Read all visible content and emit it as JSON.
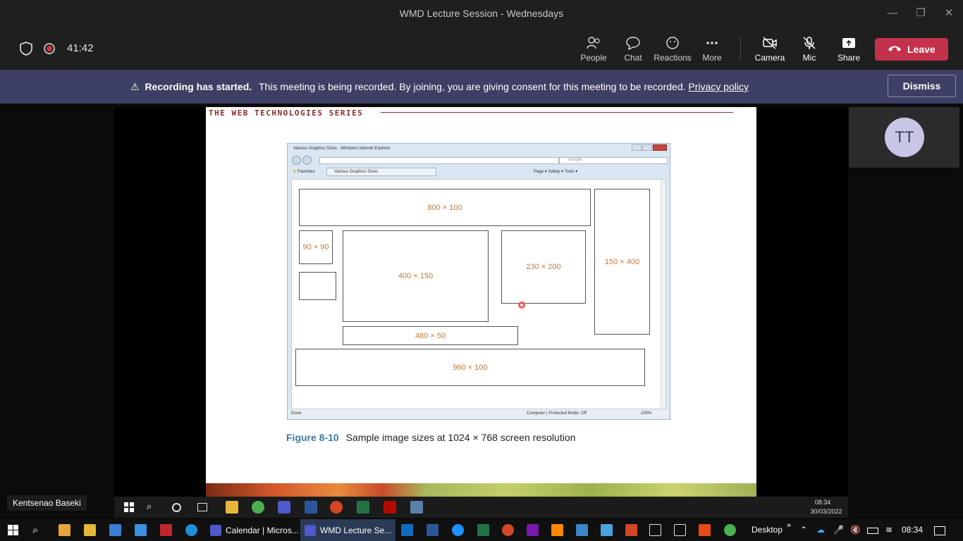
{
  "window": {
    "title": "WMD Lecture Session - Wednesdays"
  },
  "meeting": {
    "timer": "41:42"
  },
  "toolbar": {
    "people": "People",
    "chat": "Chat",
    "reactions": "Reactions",
    "more": "More",
    "camera": "Camera",
    "mic": "Mic",
    "share": "Share",
    "leave": "Leave"
  },
  "banner": {
    "headline": "Recording has started.",
    "message": "This meeting is being recorded. By joining, you are giving consent for this meeting to be recorded.",
    "policy": "Privacy policy",
    "dismiss": "Dismiss"
  },
  "slide": {
    "series": "THE WEB TECHNOLOGIES SERIES",
    "browser": {
      "title": "Various Graphics Sizes - Windows Internet Explorer",
      "search_placeholder": "Google",
      "favorites": "Favorites",
      "tab": "Various Graphics Sizes",
      "tools": "Page ▾  Safety ▾  Tools ▾",
      "status_left": "Done",
      "status_mid": "Computer | Protected Mode: Off",
      "status_zoom": "100%"
    },
    "boxes": [
      "800 × 100",
      "90 × 90",
      "400 × 150",
      "230 × 200",
      "150 × 400",
      "480 × 50",
      "960 × 100"
    ],
    "caption_label": "Figure 8-10",
    "caption_text": "Sample image sizes at 1024 × 768 screen resolution"
  },
  "participant": {
    "initials": "TT",
    "presenter": "Kentsenao Baseki"
  },
  "inner_clock": {
    "time": "08:34",
    "date": "30/03/2022"
  },
  "taskbar": {
    "apps": [
      "Calendar | Micros...",
      "WMD Lecture Se..."
    ],
    "desktop": "Desktop",
    "time": "08:34"
  }
}
